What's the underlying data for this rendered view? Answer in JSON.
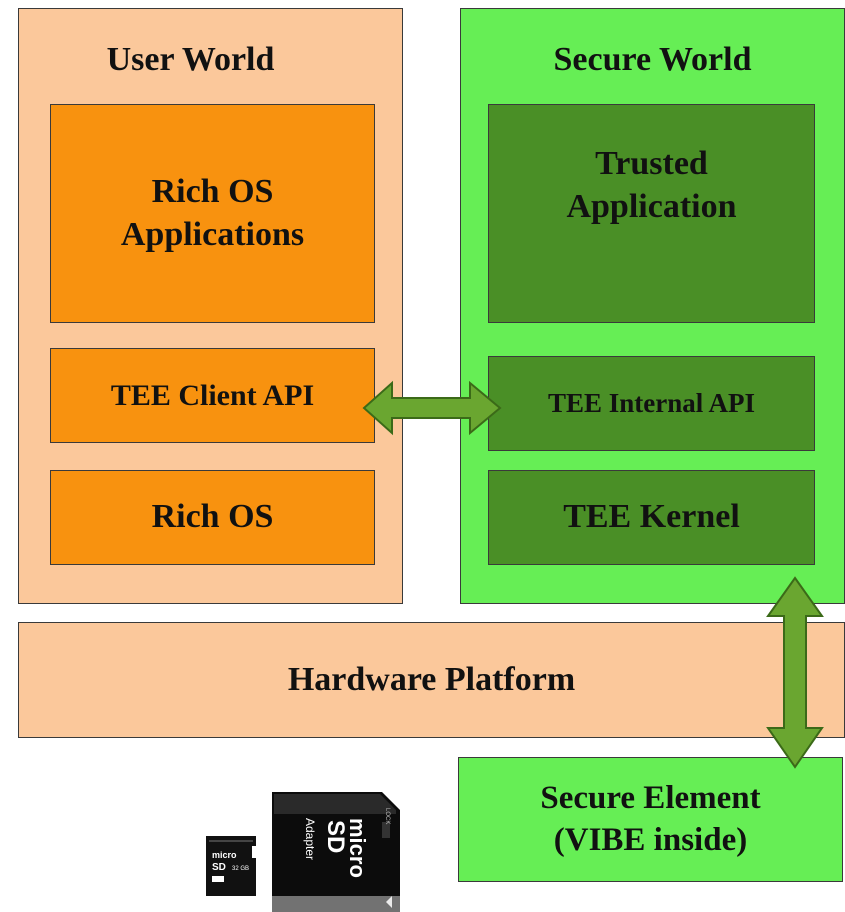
{
  "user_world": {
    "title": "User World",
    "rich_os_applications": "Rich OS\nApplications",
    "tee_client_api": "TEE Client API",
    "rich_os": "Rich OS"
  },
  "secure_world": {
    "title": "Secure World",
    "trusted_application": "Trusted\nApplication",
    "tee_internal_api": "TEE Internal API",
    "tee_kernel": "TEE Kernel"
  },
  "hardware_platform": "Hardware Platform",
  "secure_element": "Secure Element\n(VIBE inside)",
  "colors": {
    "user_world_bg": "#fbc89b",
    "secure_world_bg": "#66ee55",
    "user_block": "#f8920f",
    "secure_block": "#4a8f26",
    "arrow": "#6aa630"
  },
  "image": {
    "sd_card_text": [
      "micro",
      "SD",
      "Adapter",
      "32 GB",
      "LOCK"
    ]
  }
}
